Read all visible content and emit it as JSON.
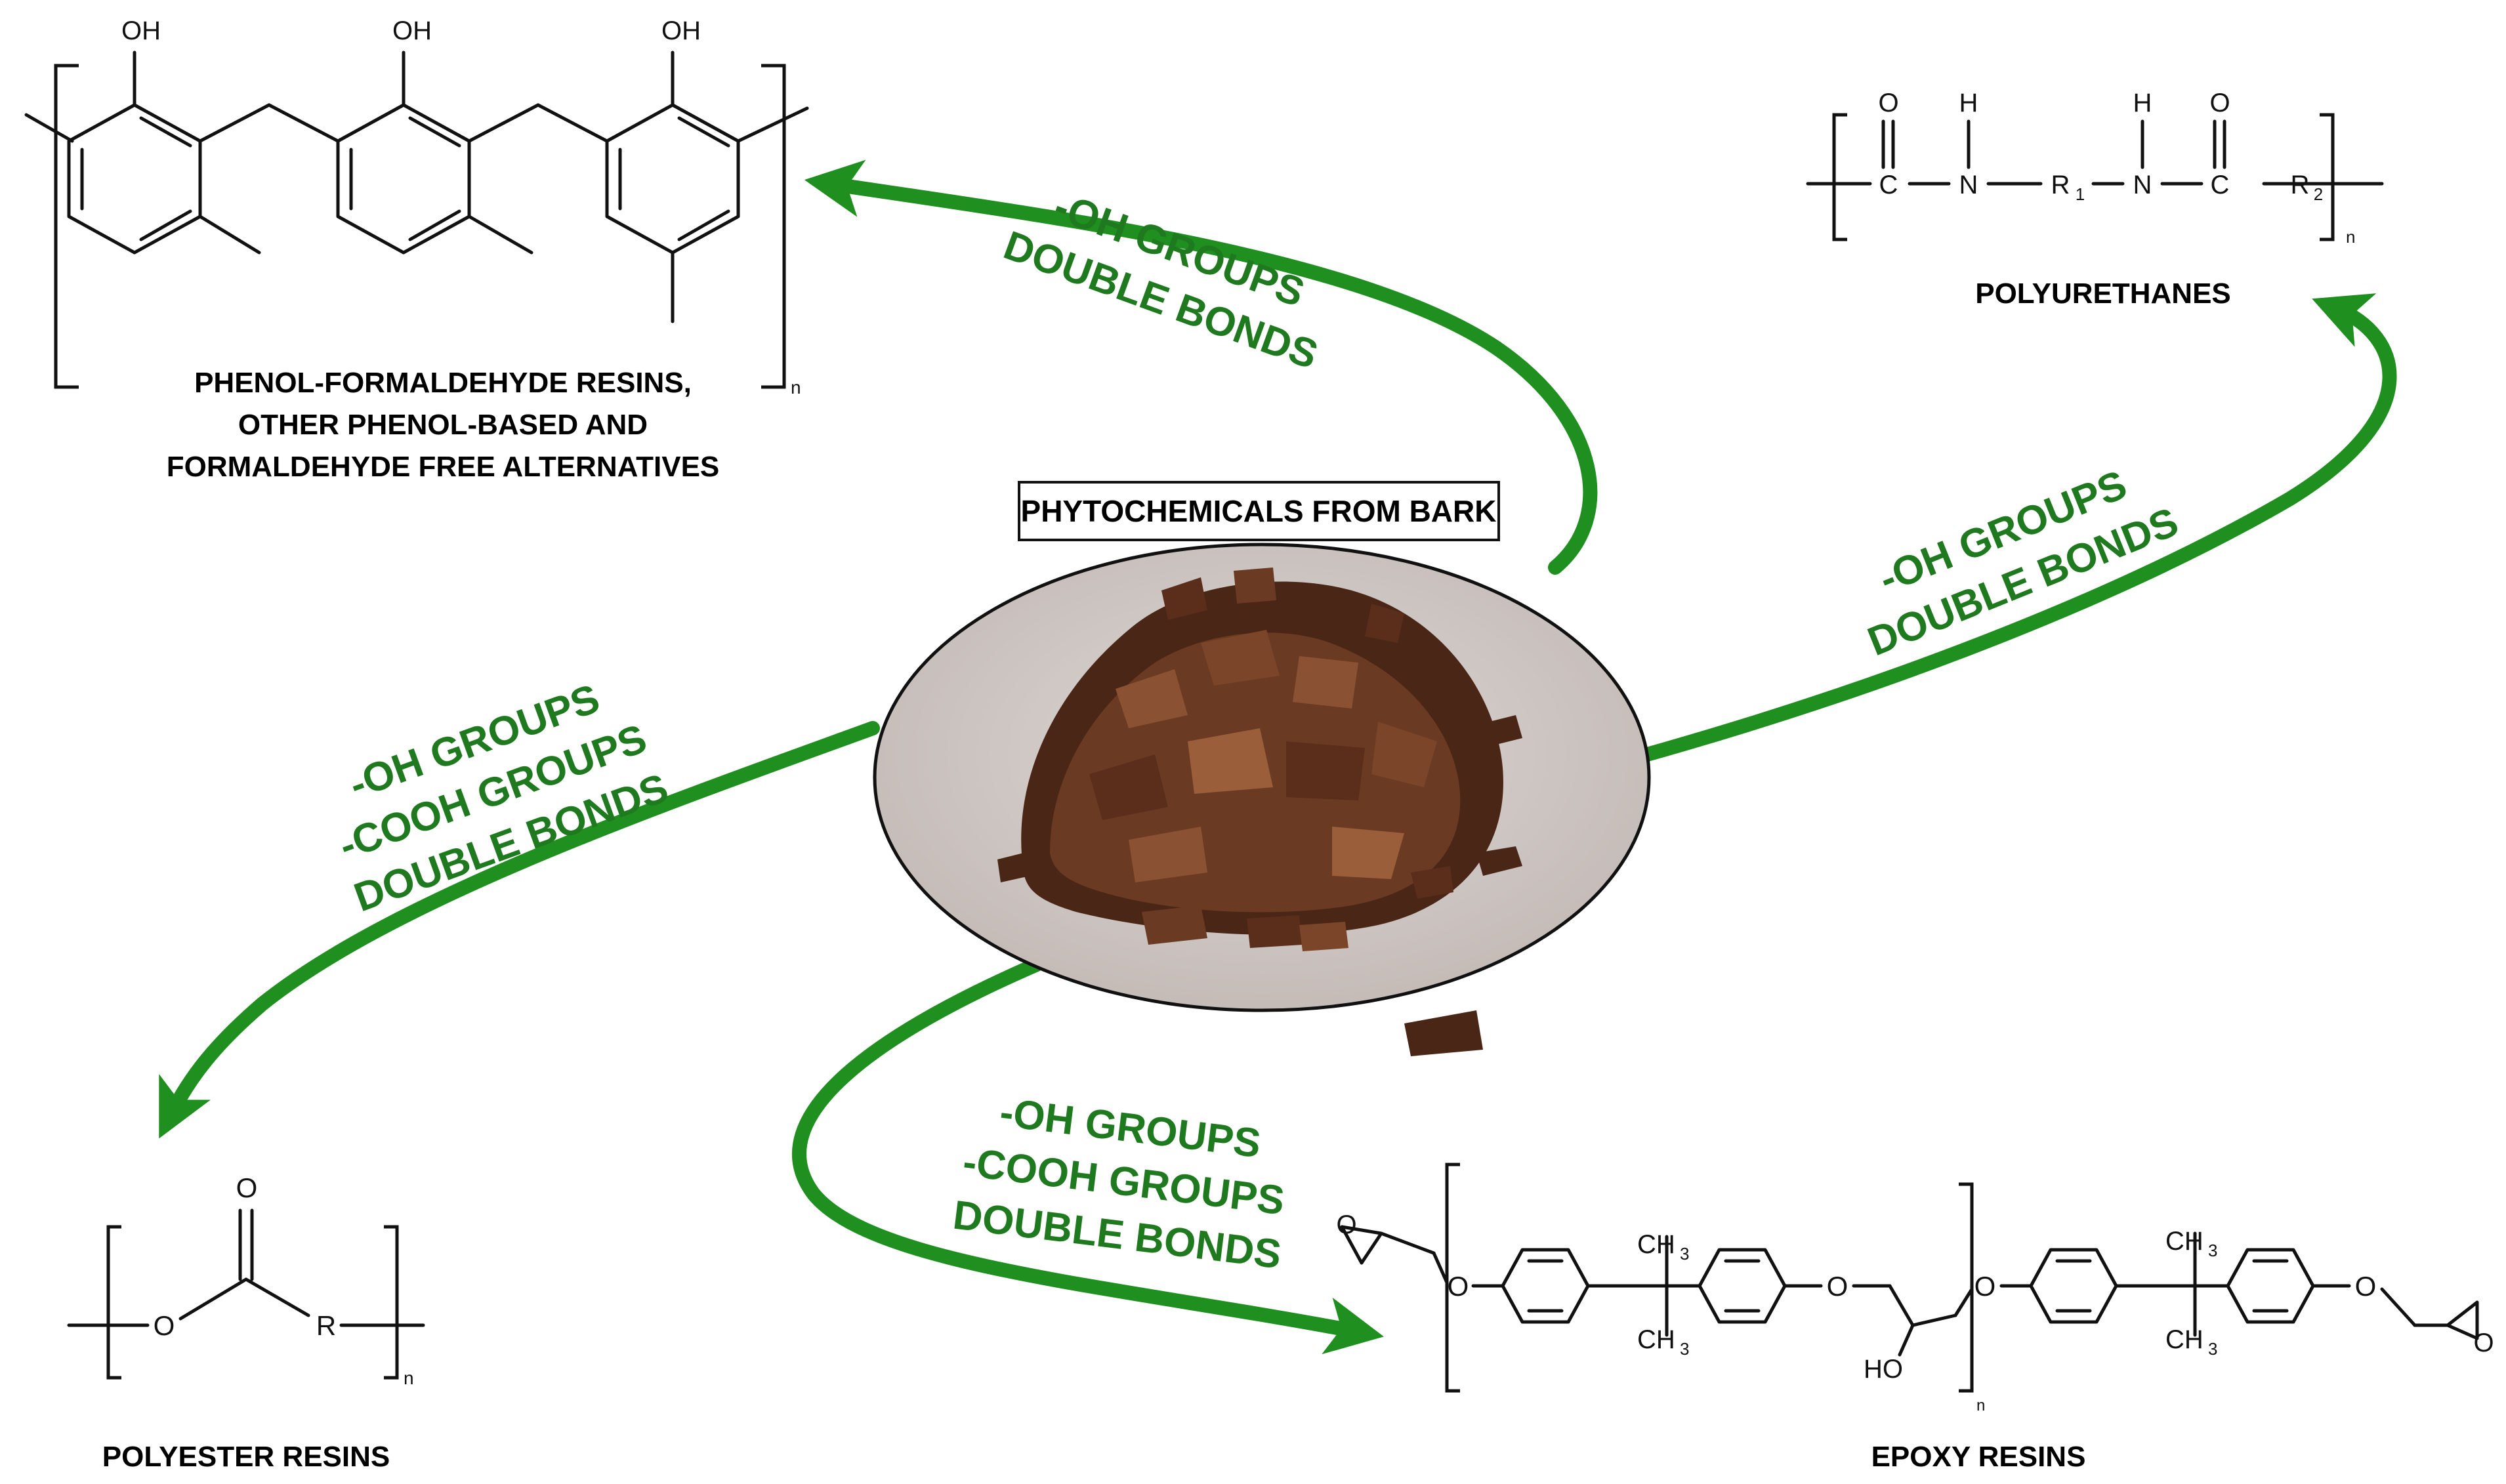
{
  "center": {
    "title": "PHYTOCHEMICALS FROM BARK"
  },
  "resins": {
    "phenol": {
      "caption_lines": [
        "PHENOL-FORMALDEHYDE RESINS,",
        "OTHER PHENOL-BASED AND",
        "FORMALDEHYDE FREE ALTERNATIVES"
      ],
      "oh": "OH",
      "n": "n"
    },
    "polyurethanes": {
      "caption": "POLYURETHANES",
      "atoms": {
        "o": "O",
        "h": "H",
        "c": "C",
        "n_atom": "N",
        "r1": "R",
        "r1_sub": "1",
        "r2": "R",
        "r2_sub": "2"
      },
      "n": "n"
    },
    "polyester": {
      "caption": "POLYESTER RESINS",
      "atoms": {
        "o_top": "O",
        "o": "O",
        "r": "R"
      },
      "n": "n"
    },
    "epoxy": {
      "caption": "EPOXY RESINS",
      "atoms": {
        "o": "O",
        "ch3": "CH",
        "three": "3",
        "ho": "HO"
      },
      "n": "n"
    }
  },
  "pathways": {
    "to_phenol": [
      "-OH GROUPS",
      "DOUBLE BONDS"
    ],
    "to_polyurethanes": [
      "-OH GROUPS",
      "DOUBLE BONDS"
    ],
    "to_polyester": [
      "-OH GROUPS",
      "-COOH GROUPS",
      "DOUBLE BONDS"
    ],
    "to_epoxy": [
      "-OH GROUPS",
      "-COOH GROUPS",
      "DOUBLE BONDS"
    ]
  },
  "colors": {
    "arrow": "#1f8f1f",
    "label": "#1f7a1f",
    "ellipse_fill": "#cfc7c3",
    "bark_dark": "#4a2616",
    "bark_mid": "#6b3a22",
    "bark_light": "#8a5233"
  }
}
